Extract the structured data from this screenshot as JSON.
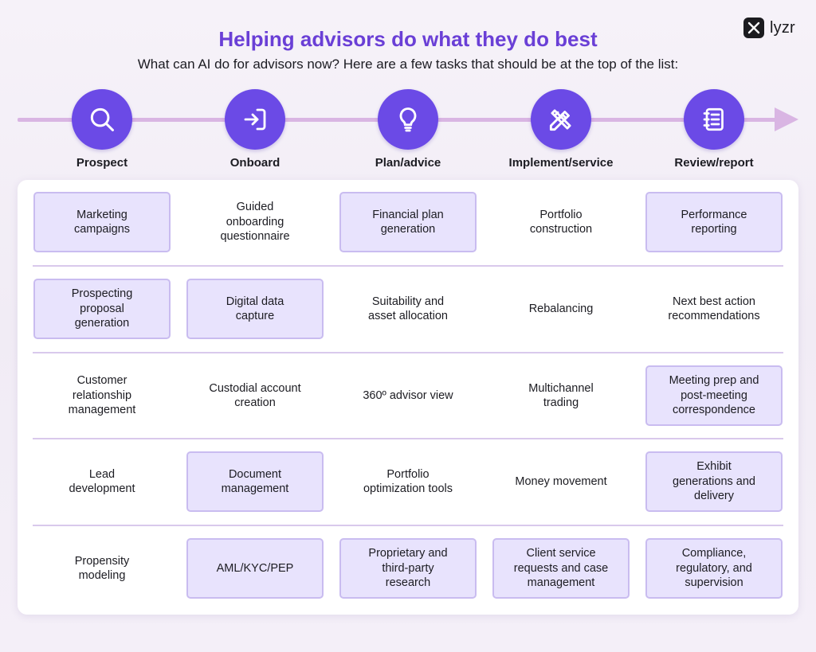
{
  "brand": {
    "name": "lyzr"
  },
  "header": {
    "title": "Helping advisors do what they do best",
    "subtitle": "What can AI do for advisors now? Here are a few tasks that should be at the top of the list:"
  },
  "stages": [
    {
      "label": "Prospect",
      "icon": "search-icon"
    },
    {
      "label": "Onboard",
      "icon": "login-icon"
    },
    {
      "label": "Plan/advice",
      "icon": "lightbulb-icon"
    },
    {
      "label": "Implement/service",
      "icon": "pencil-ruler-icon"
    },
    {
      "label": "Review/report",
      "icon": "notebook-icon"
    }
  ],
  "colors": {
    "title": "#6a3fd6",
    "stage_circle": "#6b4ae6",
    "timeline": "#d9b5e3",
    "highlight_fill": "#e8e3fd",
    "highlight_border": "#c9bcf0"
  },
  "rows": [
    [
      {
        "text": "Marketing\ncampaigns",
        "highlighted": true
      },
      {
        "text": "Guided\nonboarding\nquestionnaire",
        "highlighted": false
      },
      {
        "text": "Financial plan\ngeneration",
        "highlighted": true
      },
      {
        "text": "Portfolio\nconstruction",
        "highlighted": false
      },
      {
        "text": "Performance\nreporting",
        "highlighted": true
      }
    ],
    [
      {
        "text": "Prospecting\nproposal\ngeneration",
        "highlighted": true
      },
      {
        "text": "Digital data\ncapture",
        "highlighted": true
      },
      {
        "text": "Suitability and\nasset allocation",
        "highlighted": false
      },
      {
        "text": "Rebalancing",
        "highlighted": false
      },
      {
        "text": "Next best action\nrecommendations",
        "highlighted": false
      }
    ],
    [
      {
        "text": "Customer\nrelationship\nmanagement",
        "highlighted": false
      },
      {
        "text": "Custodial account\ncreation",
        "highlighted": false
      },
      {
        "text": "360º advisor view",
        "highlighted": false
      },
      {
        "text": "Multichannel\ntrading",
        "highlighted": false
      },
      {
        "text": "Meeting prep and\npost-meeting\ncorrespondence",
        "highlighted": true
      }
    ],
    [
      {
        "text": "Lead\ndevelopment",
        "highlighted": false
      },
      {
        "text": "Document\nmanagement",
        "highlighted": true
      },
      {
        "text": "Portfolio\noptimization tools",
        "highlighted": false
      },
      {
        "text": "Money movement",
        "highlighted": false
      },
      {
        "text": "Exhibit\ngenerations and\ndelivery",
        "highlighted": true
      }
    ],
    [
      {
        "text": "Propensity\nmodeling",
        "highlighted": false
      },
      {
        "text": "AML/KYC/PEP",
        "highlighted": true
      },
      {
        "text": "Proprietary and\nthird-party\nresearch",
        "highlighted": true
      },
      {
        "text": "Client service\nrequests and case\nmanagement",
        "highlighted": true
      },
      {
        "text": "Compliance,\nregulatory, and\nsupervision",
        "highlighted": true
      }
    ]
  ]
}
